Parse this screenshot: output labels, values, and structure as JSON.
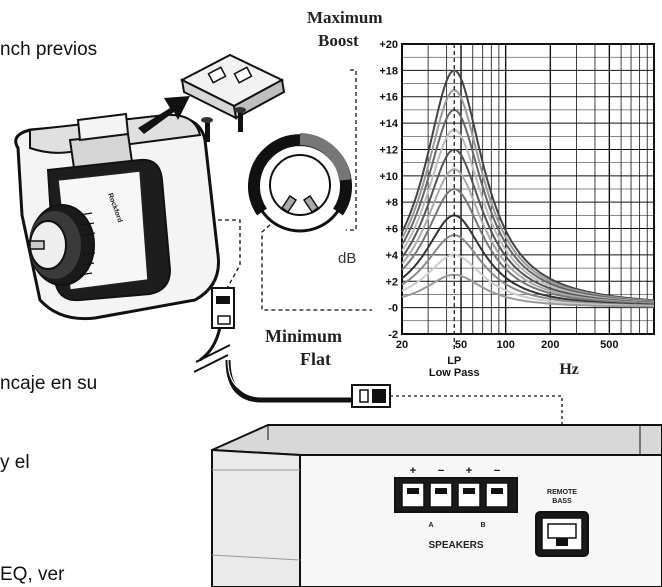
{
  "body_text": {
    "line1": "nch previos",
    "line2": "ncaje en su",
    "line3": "y el",
    "line4": "EQ, ver"
  },
  "controller": {
    "max_label": [
      "Maximum",
      "Boost"
    ],
    "min_label": [
      "Minimum",
      "Flat"
    ],
    "db_label": "dB"
  },
  "amp": {
    "speakers_label": "SPEAKERS",
    "polarity": [
      "+",
      "−",
      "+",
      "−"
    ],
    "channels": [
      "A",
      "B"
    ],
    "remote_label": [
      "REMOTE",
      "BASS"
    ]
  },
  "chart_data": {
    "type": "line",
    "xlabel": "Hz",
    "x_scale": "log",
    "x_ticks": [
      "20",
      "50",
      "100",
      "200",
      "500"
    ],
    "y_ticks": [
      "+20",
      "+18",
      "+16",
      "+14",
      "+12",
      "+10",
      "+8",
      "+6",
      "+4",
      "+2",
      "-0",
      "-2"
    ],
    "ylim": [
      -2,
      20
    ],
    "center_freq": 45,
    "marker_label": [
      "LP",
      "Low Pass"
    ],
    "series_peaks_db": [
      18,
      16.5,
      15,
      13.5,
      12,
      10.5,
      9,
      7,
      5.5,
      4,
      2.5
    ],
    "grid": true
  }
}
